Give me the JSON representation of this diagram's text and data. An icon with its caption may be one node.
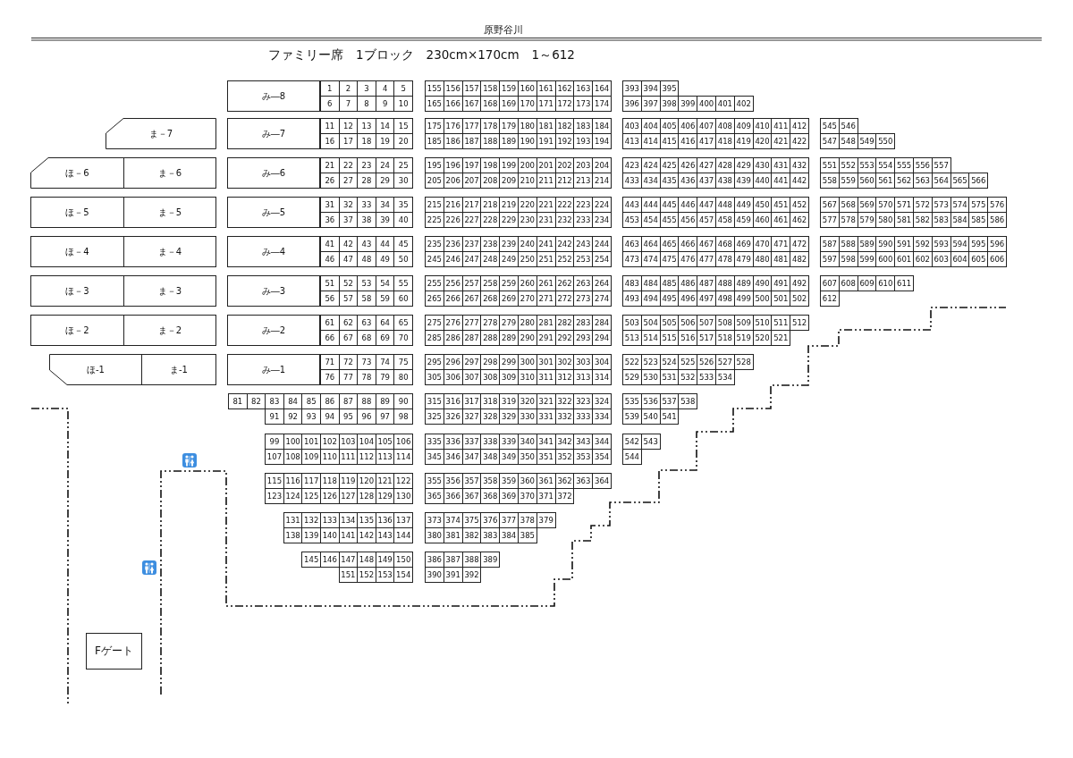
{
  "diagram": {
    "title": "ファミリー席　1ブロック　230cm×170cm　1～612",
    "nodes": [
      {
        "text": [
          "み―8"
        ]
      },
      {
        "text": [
          "ま－7"
        ]
      },
      {
        "text": [
          "み―7"
        ]
      },
      {
        "text": [
          "ほ－6"
        ]
      },
      {
        "text": [
          "ま－6"
        ]
      },
      {
        "text": [
          "み―6"
        ]
      },
      {
        "text": [
          "ほ－5"
        ]
      },
      {
        "text": [
          "ま－5"
        ]
      },
      {
        "text": [
          "み―5"
        ]
      },
      {
        "text": [
          "ほ－4"
        ]
      },
      {
        "text": [
          "ま－4"
        ]
      },
      {
        "text": [
          "み―4"
        ]
      },
      {
        "text": [
          "ほ－3"
        ]
      },
      {
        "text": [
          "ま－3"
        ]
      },
      {
        "text": [
          "み―3"
        ]
      },
      {
        "text": [
          "ほ－2"
        ]
      },
      {
        "text": [
          "ま－2"
        ]
      },
      {
        "text": [
          "み―2"
        ]
      },
      {
        "text": [
          "ほ-1"
        ]
      },
      {
        "text": [
          "ま-1"
        ]
      },
      {
        "text": [
          "み―1"
        ]
      },
      {
        "text": [
          "Fゲート"
        ]
      }
    ],
    "labels": [
      "原野谷川",
      "1",
      "2",
      "3",
      "4",
      "5",
      "6",
      "7",
      "8",
      "9",
      "10",
      "11",
      "12",
      "13",
      "14",
      "15",
      "16",
      "17",
      "18",
      "19",
      "20",
      "21",
      "22",
      "23",
      "24",
      "25",
      "26",
      "27",
      "28",
      "29",
      "30",
      "31",
      "32",
      "33",
      "34",
      "35",
      "36",
      "37",
      "38",
      "39",
      "40",
      "41",
      "42",
      "43",
      "44",
      "45",
      "46",
      "47",
      "48",
      "49",
      "50",
      "51",
      "52",
      "53",
      "54",
      "55",
      "56",
      "57",
      "58",
      "59",
      "60",
      "61",
      "62",
      "63",
      "64",
      "65",
      "66",
      "67",
      "68",
      "69",
      "70",
      "71",
      "72",
      "73",
      "74",
      "75",
      "76",
      "77",
      "78",
      "79",
      "80",
      "81",
      "82",
      "83",
      "84",
      "85",
      "86",
      "87",
      "88",
      "89",
      "90",
      "91",
      "92",
      "93",
      "94",
      "95",
      "96",
      "97",
      "98",
      "99",
      "100",
      "101",
      "102",
      "103",
      "104",
      "105",
      "106",
      "107",
      "108",
      "109",
      "110",
      "111",
      "112",
      "113",
      "114",
      "115",
      "116",
      "117",
      "118",
      "119",
      "120",
      "121",
      "122",
      "123",
      "124",
      "125",
      "126",
      "127",
      "128",
      "129",
      "130",
      "131",
      "132",
      "133",
      "134",
      "135",
      "136",
      "137",
      "138",
      "139",
      "140",
      "141",
      "142",
      "143",
      "144",
      "145",
      "146",
      "147",
      "148",
      "149",
      "150",
      "151",
      "152",
      "153",
      "154",
      "155",
      "156",
      "157",
      "158",
      "159",
      "160",
      "161",
      "162",
      "163",
      "164",
      "165",
      "166",
      "167",
      "168",
      "169",
      "170",
      "171",
      "172",
      "173",
      "174",
      "175",
      "176",
      "177",
      "178",
      "179",
      "180",
      "181",
      "182",
      "183",
      "184",
      "185",
      "186",
      "187",
      "188",
      "189",
      "190",
      "191",
      "192",
      "193",
      "194",
      "195",
      "196",
      "197",
      "198",
      "199",
      "200",
      "201",
      "202",
      "203",
      "204",
      "205",
      "206",
      "207",
      "208",
      "209",
      "210",
      "211",
      "212",
      "213",
      "214",
      "215",
      "216",
      "217",
      "218",
      "219",
      "220",
      "221",
      "222",
      "223",
      "224",
      "225",
      "226",
      "227",
      "228",
      "229",
      "230",
      "231",
      "232",
      "233",
      "234",
      "235",
      "236",
      "237",
      "238",
      "239",
      "240",
      "241",
      "242",
      "243",
      "244",
      "245",
      "246",
      "247",
      "248",
      "249",
      "250",
      "251",
      "252",
      "253",
      "254",
      "255",
      "256",
      "257",
      "258",
      "259",
      "260",
      "261",
      "262",
      "263",
      "264",
      "265",
      "266",
      "267",
      "268",
      "269",
      "270",
      "271",
      "272",
      "273",
      "274",
      "275",
      "276",
      "277",
      "278",
      "279",
      "280",
      "281",
      "282",
      "283",
      "284",
      "285",
      "286",
      "287",
      "288",
      "289",
      "290",
      "291",
      "292",
      "293",
      "294",
      "295",
      "296",
      "297",
      "298",
      "299",
      "300",
      "301",
      "302",
      "303",
      "304",
      "305",
      "306",
      "307",
      "308",
      "309",
      "310",
      "311",
      "312",
      "313",
      "314",
      "315",
      "316",
      "317",
      "318",
      "319",
      "320",
      "321",
      "322",
      "323",
      "324",
      "325",
      "326",
      "327",
      "328",
      "329",
      "330",
      "331",
      "332",
      "333",
      "334",
      "335",
      "336",
      "337",
      "338",
      "339",
      "340",
      "341",
      "342",
      "343",
      "344",
      "345",
      "346",
      "347",
      "348",
      "349",
      "350",
      "351",
      "352",
      "353",
      "354",
      "355",
      "356",
      "357",
      "358",
      "359",
      "360",
      "361",
      "362",
      "363",
      "364",
      "365",
      "366",
      "367",
      "368",
      "369",
      "370",
      "371",
      "372",
      "373",
      "374",
      "375",
      "376",
      "377",
      "378",
      "379",
      "380",
      "381",
      "382",
      "383",
      "384",
      "385",
      "386",
      "387",
      "388",
      "389",
      "390",
      "391",
      "392",
      "393",
      "394",
      "395",
      "396",
      "397",
      "398",
      "399",
      "400",
      "401",
      "402",
      "403",
      "404",
      "405",
      "406",
      "407",
      "408",
      "409",
      "410",
      "411",
      "412",
      "413",
      "414",
      "415",
      "416",
      "417",
      "418",
      "419",
      "420",
      "421",
      "422",
      "423",
      "424",
      "425",
      "426",
      "427",
      "428",
      "429",
      "430",
      "431",
      "432",
      "433",
      "434",
      "435",
      "436",
      "437",
      "438",
      "439",
      "440",
      "441",
      "442",
      "443",
      "444",
      "445",
      "446",
      "447",
      "448",
      "449",
      "450",
      "451",
      "452",
      "453",
      "454",
      "455",
      "456",
      "457",
      "458",
      "459",
      "460",
      "461",
      "462",
      "463",
      "464",
      "465",
      "466",
      "467",
      "468",
      "469",
      "470",
      "471",
      "472",
      "473",
      "474",
      "475",
      "476",
      "477",
      "478",
      "479",
      "480",
      "481",
      "482",
      "483",
      "484",
      "485",
      "486",
      "487",
      "488",
      "489",
      "490",
      "491",
      "492",
      "493",
      "494",
      "495",
      "496",
      "497",
      "498",
      "499",
      "500",
      "501",
      "502",
      "503",
      "504",
      "505",
      "506",
      "507",
      "508",
      "509",
      "510",
      "511",
      "512",
      "513",
      "514",
      "515",
      "516",
      "517",
      "518",
      "519",
      "520",
      "521",
      "522",
      "523",
      "524",
      "525",
      "526",
      "527",
      "528",
      "529",
      "530",
      "531",
      "532",
      "533",
      "534",
      "535",
      "536",
      "537",
      "538",
      "539",
      "540",
      "541",
      "542",
      "543",
      "544",
      "545",
      "546",
      "547",
      "548",
      "549",
      "550",
      "551",
      "552",
      "553",
      "554",
      "555",
      "556",
      "557",
      "558",
      "559",
      "560",
      "561",
      "562",
      "563",
      "564",
      "565",
      "566",
      "567",
      "568",
      "569",
      "570",
      "571",
      "572",
      "573",
      "574",
      "575",
      "576",
      "577",
      "578",
      "579",
      "580",
      "581",
      "582",
      "583",
      "584",
      "585",
      "586",
      "587",
      "588",
      "589",
      "590",
      "591",
      "592",
      "593",
      "594",
      "595",
      "596",
      "597",
      "598",
      "599",
      "600",
      "601",
      "602",
      "603",
      "604",
      "605",
      "606",
      "607",
      "608",
      "609",
      "610",
      "611",
      "612"
    ]
  }
}
